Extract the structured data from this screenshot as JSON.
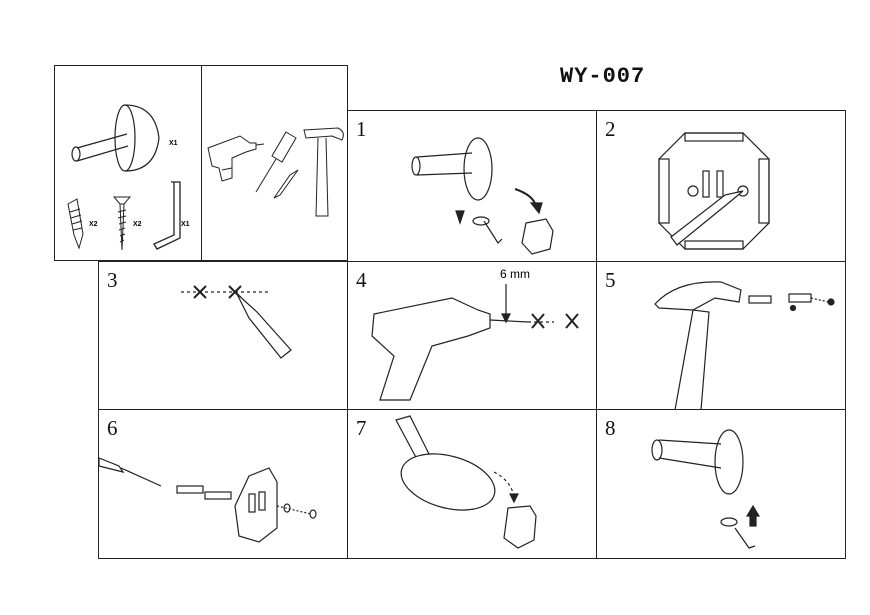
{
  "model": "WY-007",
  "contents": {
    "hook_qty": "X1",
    "anchor_qty": "X2",
    "screw_qty": "X2",
    "hex_key_qty": "X1"
  },
  "steps": [
    {
      "number": "1"
    },
    {
      "number": "2"
    },
    {
      "number": "3"
    },
    {
      "number": "4",
      "drill_size": "6 mm"
    },
    {
      "number": "5"
    },
    {
      "number": "6"
    },
    {
      "number": "7"
    },
    {
      "number": "8"
    }
  ]
}
